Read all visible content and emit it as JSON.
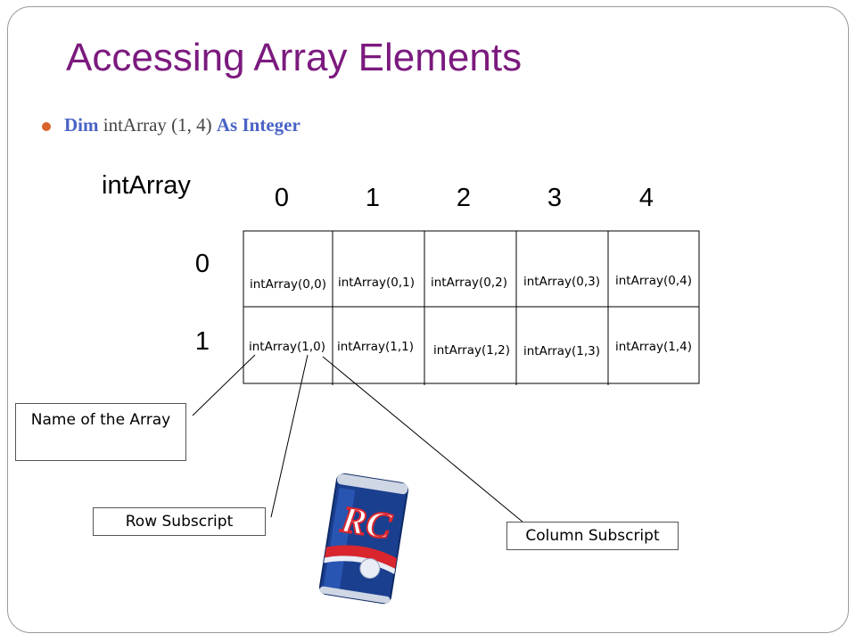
{
  "title": "Accessing Array Elements",
  "bullet": {
    "dim_keyword": "Dim",
    "declaration": "intArray (1, 4)",
    "type_keyword": "As Integer"
  },
  "array_name": "intArray",
  "column_indices": [
    "0",
    "1",
    "2",
    "3",
    "4"
  ],
  "row_indices": [
    "0",
    "1"
  ],
  "cells": [
    [
      "intArray(0,0)",
      "intArray(0,1)",
      "intArray(0,2)",
      "intArray(0,3)",
      "intArray(0,4)"
    ],
    [
      "intArray(1,0)",
      "intArray(1,1)",
      "intArray(1,2)",
      "intArray(1,3)",
      "intArray(1,4)"
    ]
  ],
  "callouts": {
    "name": "Name of the Array",
    "row": "Row Subscript",
    "column": "Column Subscript"
  },
  "can_image": {
    "brand_text": "RC"
  }
}
